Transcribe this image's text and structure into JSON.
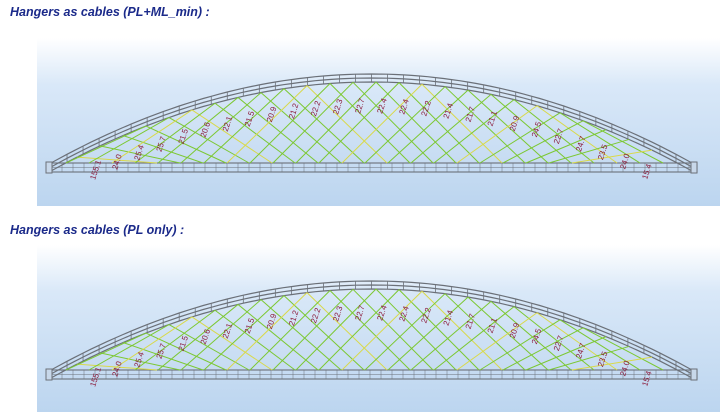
{
  "captions": {
    "first": "Hangers as cables (PL+ML_min) :",
    "second": "Hangers as cables (PL only) :"
  },
  "colors": {
    "caption": "#1b2a8a",
    "hanger": "#7cc832",
    "hanger_yellow": "#d9d94a",
    "structure": "#6b7078",
    "label": "#8b1a3a",
    "background_top": "#ffffff",
    "background_bottom": "#bcd5ef"
  },
  "diagrams": [
    {
      "labels": [
        "155.1",
        "24.0",
        "25.4",
        "25.7",
        "21.5",
        "20.6",
        "22.1",
        "21.5",
        "20.9",
        "21.2",
        "22.2",
        "22.3",
        "22.7",
        "22.4",
        "22.4",
        "22.2",
        "21.4",
        "21.7",
        "21.1",
        "20.9",
        "24.5",
        "22.7",
        "24.7",
        "23.5",
        "24.0",
        "15.4"
      ]
    },
    {
      "labels": [
        "155.1",
        "24.0",
        "25.4",
        "25.7",
        "21.5",
        "20.6",
        "22.1",
        "21.5",
        "20.9",
        "21.2",
        "22.2",
        "22.3",
        "22.7",
        "22.4",
        "22.4",
        "22.2",
        "21.4",
        "21.7",
        "21.1",
        "20.9",
        "24.5",
        "22.7",
        "24.7",
        "23.5",
        "24.0",
        "15.4"
      ]
    }
  ]
}
